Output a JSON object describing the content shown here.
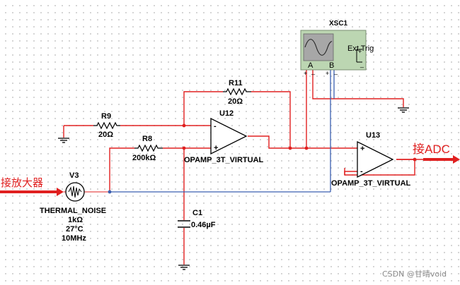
{
  "colors": {
    "wire_red": "#e02020",
    "wire_blue": "#3a5fb0",
    "scope_green": "#bcd6b2",
    "scope_screen": "#a7a7a7"
  },
  "labels": {
    "input_note": "接放大器",
    "output_note": "接ADC",
    "watermark": "CSDN @甘晴void"
  },
  "components": {
    "r9": {
      "name": "R9",
      "value": "20Ω"
    },
    "r8": {
      "name": "R8",
      "value": "200kΩ"
    },
    "r11": {
      "name": "R11",
      "value": "20Ω"
    },
    "c1": {
      "name": "C1",
      "value": "0.46µF"
    },
    "u12": {
      "name": "U12",
      "model": "OPAMP_3T_VIRTUAL",
      "minus": "-",
      "plus": "+"
    },
    "u13": {
      "name": "U13",
      "model": "OPAMP_3T_VIRTUAL",
      "minus": "-",
      "plus": "+"
    },
    "v3": {
      "name": "V3",
      "type": "THERMAL_NOISE",
      "resistance": "1kΩ",
      "temperature": "27°C",
      "bandwidth": "10MHz"
    },
    "xsc1": {
      "name": "XSC1",
      "ext_trig": "Ext Trig",
      "channel_a": "A",
      "channel_b": "B",
      "pin_plus_a": "+",
      "pin_minus_a": "_",
      "pin_plus_b": "+",
      "pin_minus_b": "_",
      "pin_plus_trig": "+",
      "pin_minus_trig": "_"
    }
  }
}
